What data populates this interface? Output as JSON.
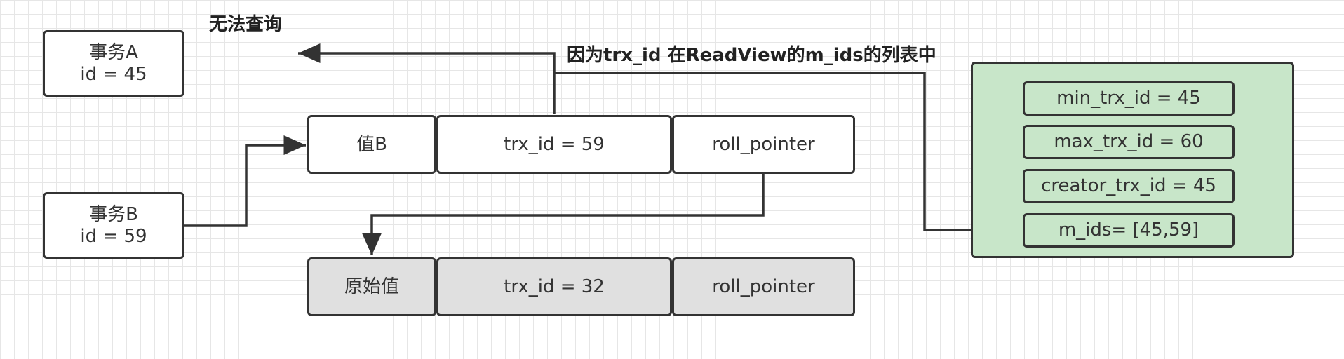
{
  "labels": {
    "cannot_query": "无法查询",
    "reason": "因为trx_id 在ReadView的m_ids的列表中"
  },
  "transactions": {
    "a": {
      "name": "事务A",
      "id": "id = 45"
    },
    "b": {
      "name": "事务B",
      "id": "id = 59"
    }
  },
  "current_record": {
    "value": "值B",
    "trx_id": "trx_id = 59",
    "roll_pointer": "roll_pointer"
  },
  "original_record": {
    "value": "原始值",
    "trx_id": "trx_id = 32",
    "roll_pointer": "roll_pointer"
  },
  "read_view": {
    "min_trx_id": "min_trx_id = 45",
    "max_trx_id": "max_trx_id = 60",
    "creator_trx_id": "creator_trx_id = 45",
    "m_ids": "m_ids= [45,59]"
  },
  "colors": {
    "stroke": "#333333",
    "green_fill": "#c8e6c9",
    "gray_fill": "#e0e0e0"
  }
}
